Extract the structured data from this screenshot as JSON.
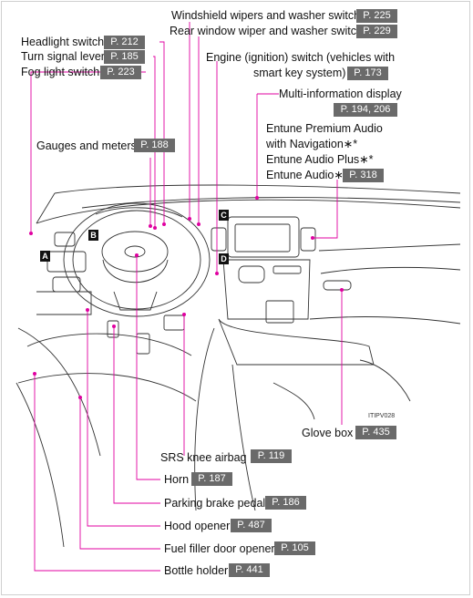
{
  "labels": {
    "wipers": {
      "text": "Windshield wipers and washer switch",
      "page": "P. 225"
    },
    "rear_wiper": {
      "text": "Rear window wiper and washer switch",
      "page": "P. 229"
    },
    "headlight": {
      "text": "Headlight switch",
      "page": "P. 212"
    },
    "turn_signal": {
      "text": "Turn signal lever",
      "page": "P. 185"
    },
    "fog_light": {
      "text": "Fog light switch",
      "page": "P. 223"
    },
    "engine_line1": "Engine (ignition) switch (vehicles with",
    "engine_line2": "smart key system)",
    "engine_page": "P. 173",
    "mid": {
      "text": "Multi-information display",
      "page": "P. 194, 206"
    },
    "gauges": {
      "text": "Gauges and meters",
      "page": "P. 188"
    },
    "audio_line1": "Entune Premium Audio",
    "audio_line2": "with Navigation∗*",
    "audio_line3": "Entune Audio Plus∗*",
    "audio_line4": "Entune Audio∗",
    "audio_page": "P. 318",
    "glove_box": {
      "text": "Glove box",
      "page": "P. 435"
    },
    "srs_knee": {
      "text": "SRS knee airbag",
      "page": "P. 119"
    },
    "horn": {
      "text": "Horn",
      "page": "P. 187"
    },
    "parking_brake": {
      "text": "Parking brake pedal",
      "page": "P. 186"
    },
    "hood_opener": {
      "text": "Hood opener",
      "page": "P. 487"
    },
    "fuel_filler": {
      "text": "Fuel filler door opener",
      "page": "P. 105"
    },
    "bottle_holder": {
      "text": "Bottle holder",
      "page": "P. 441"
    }
  },
  "badges": {
    "a": "A",
    "b": "B",
    "c": "C",
    "d": "D"
  },
  "image_code": "ITIPV028",
  "colors": {
    "leader_line": "#e000a0",
    "page_box": "#6a6a6a"
  }
}
